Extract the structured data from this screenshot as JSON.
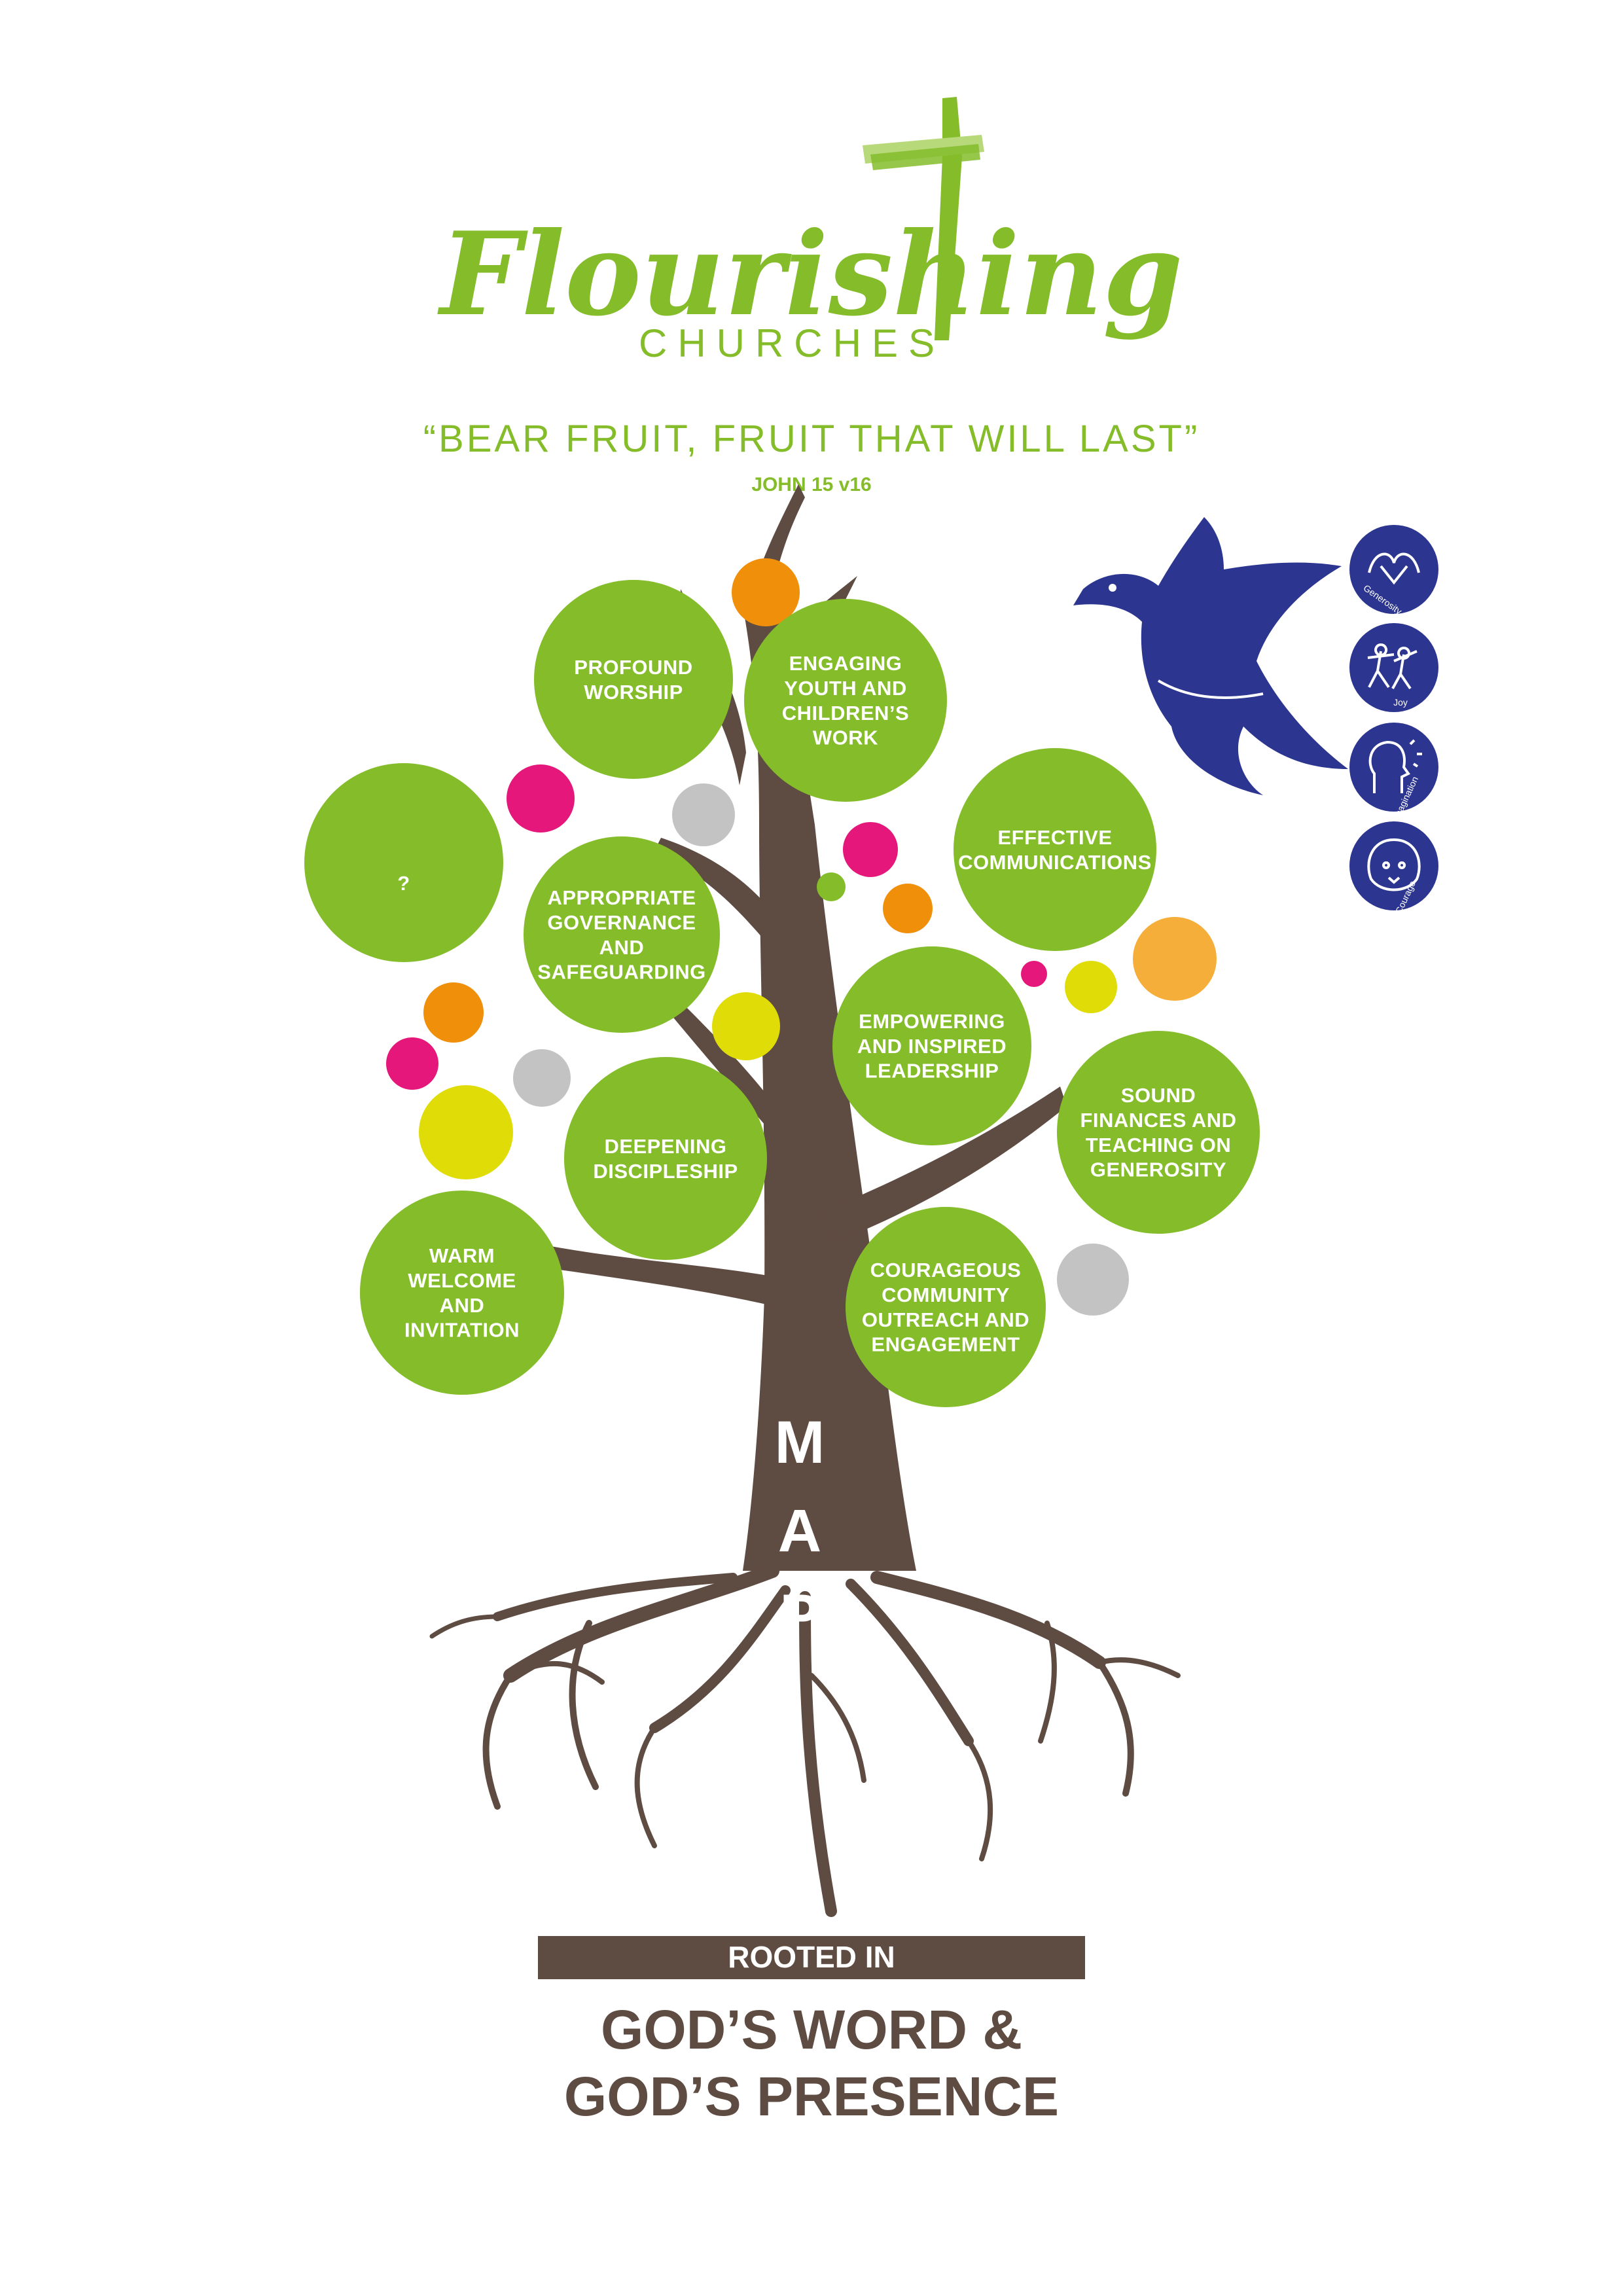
{
  "header": {
    "logo_script": "Flourishing",
    "logo_sub": "CHURCHES",
    "quote": "“BEAR FRUIT, FRUIT THAT WILL LAST”",
    "reference": "JOHN 15 v16"
  },
  "tree": {
    "trunk_letters": [
      "M",
      "A",
      "P"
    ],
    "leaves": [
      {
        "id": "question",
        "lines": [
          "?"
        ]
      },
      {
        "id": "worship",
        "lines": [
          "PROFOUND",
          "WORSHIP"
        ]
      },
      {
        "id": "youth",
        "lines": [
          "ENGAGING",
          "YOUTH AND",
          "CHILDREN’S",
          "WORK"
        ]
      },
      {
        "id": "communications",
        "lines": [
          "EFFECTIVE",
          "COMMUNICATIONS"
        ]
      },
      {
        "id": "governance",
        "lines": [
          "APPROPRIATE",
          "GOVERNANCE",
          "AND",
          "SAFEGUARDING"
        ]
      },
      {
        "id": "leadership",
        "lines": [
          "EMPOWERING",
          "AND INSPIRED",
          "LEADERSHIP"
        ]
      },
      {
        "id": "finances",
        "lines": [
          "SOUND",
          "FINANCES AND",
          "TEACHING ON",
          "GENEROSITY"
        ]
      },
      {
        "id": "discipleship",
        "lines": [
          "DEEPENING",
          "DISCIPLESHIP"
        ]
      },
      {
        "id": "welcome",
        "lines": [
          "WARM",
          "WELCOME",
          "AND",
          "INVITATION"
        ]
      },
      {
        "id": "outreach",
        "lines": [
          "COURAGEOUS",
          "COMMUNITY",
          "OUTREACH AND",
          "ENGAGEMENT"
        ]
      }
    ]
  },
  "values_badges": [
    {
      "label": "Generosity",
      "icon": "hands-heart-icon"
    },
    {
      "label": "Joy",
      "icon": "dancing-people-icon"
    },
    {
      "label": "Imagination",
      "icon": "head-ideas-icon"
    },
    {
      "label": "Courage",
      "icon": "lion-icon"
    }
  ],
  "footer": {
    "banner": "ROOTED IN",
    "line1": "GOD’S WORD &",
    "line2": "GOD’S PRESENCE"
  },
  "colors": {
    "green": "#84bc2a",
    "brown": "#5e4b42",
    "navy": "#2c3590",
    "orange": "#f08f0a",
    "magenta": "#e5177b",
    "grey": "#c3c3c3",
    "yellow": "#dfdc08",
    "light_orange": "#f6ae3a"
  }
}
